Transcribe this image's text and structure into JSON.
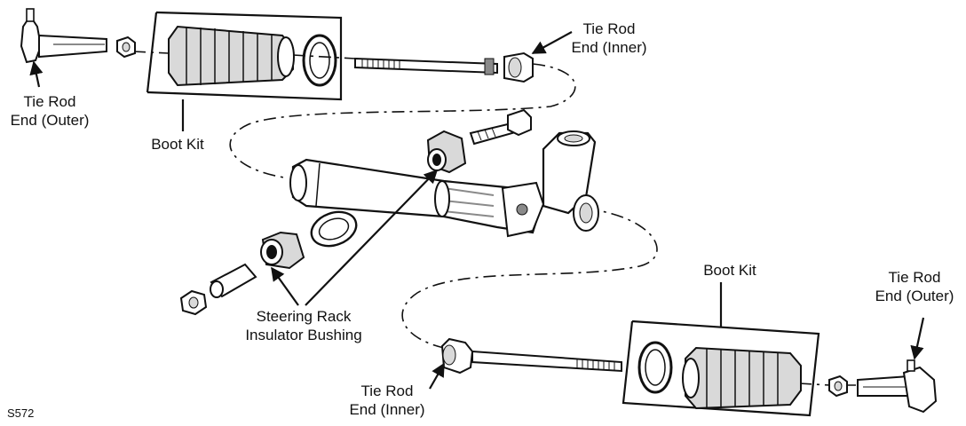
{
  "labels": {
    "tie_rod_outer_left_line1": "Tie Rod",
    "tie_rod_outer_left_line2": "End (Outer)",
    "boot_kit_left": "Boot Kit",
    "tie_rod_inner_top_line1": "Tie Rod",
    "tie_rod_inner_top_line2": "End (Inner)",
    "bushing_line1": "Steering Rack",
    "bushing_line2": "Insulator Bushing",
    "boot_kit_right": "Boot Kit",
    "tie_rod_outer_right_line1": "Tie Rod",
    "tie_rod_outer_right_line2": "End (Outer)",
    "tie_rod_inner_bottom_line1": "Tie Rod",
    "tie_rod_inner_bottom_line2": "End (Inner)",
    "figure_code": "S572"
  },
  "colors": {
    "ink": "#111111",
    "shade": "#8a8a8a",
    "fill": "#d9d9d9"
  }
}
